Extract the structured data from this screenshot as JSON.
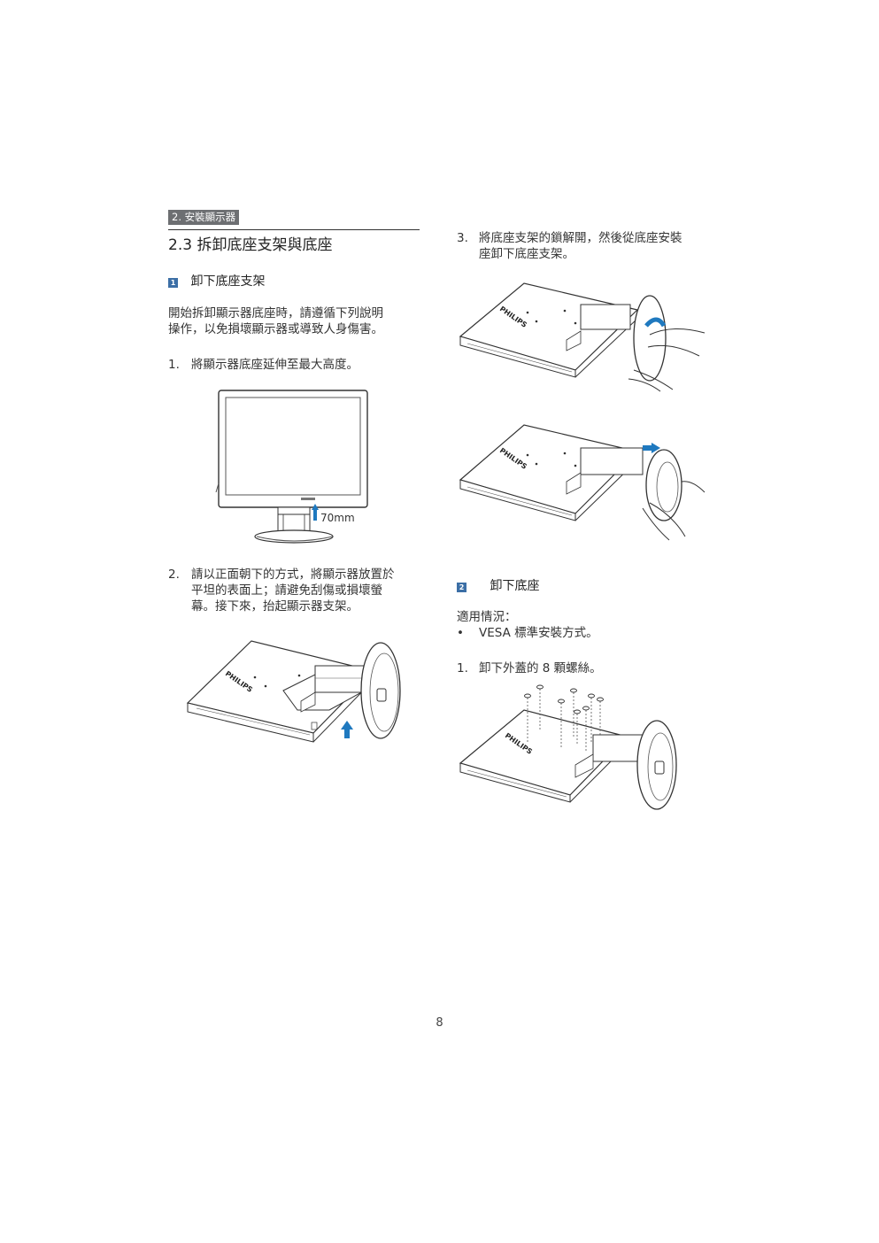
{
  "header": {
    "section_tag": "2. 安裝顯示器"
  },
  "title": "2.3  拆卸底座支架與底座",
  "left": {
    "step1_heading": {
      "badge": "1",
      "label": "卸下底座支架"
    },
    "intro_line1": "開始拆卸顯示器底座時，請遵循下列說明",
    "intro_line2": "操作，以免損壞顯示器或導致人身傷害。",
    "item1": {
      "num": "1.",
      "text": "將顯示器底座延伸至最大高度。"
    },
    "fig1_label": "70mm",
    "item2": {
      "num": "2.",
      "line1": "請以正面朝下的方式，將顯示器放置於",
      "line2": "平坦的表面上；請避免刮傷或損壞螢",
      "line3": "幕。接下來，抬起顯示器支架。"
    }
  },
  "right": {
    "item3": {
      "num": "3.",
      "line1": "將底座支架的鎖解開，然後從底座安裝",
      "line2": "座卸下底座支架。"
    },
    "step2_heading": {
      "badge": "2",
      "label": "卸下底座"
    },
    "applies_label": "適用情況：",
    "bullet": {
      "symbol": "•",
      "text": "VESA 標準安裝方式。"
    },
    "item1": {
      "num": "1.",
      "text": "卸下外蓋的 8 顆螺絲。"
    }
  },
  "page_number": "8",
  "colors": {
    "accent_blue": "#1f79bf",
    "badge_blue": "#3c6fa6",
    "tag_gray": "#6d6f72"
  }
}
